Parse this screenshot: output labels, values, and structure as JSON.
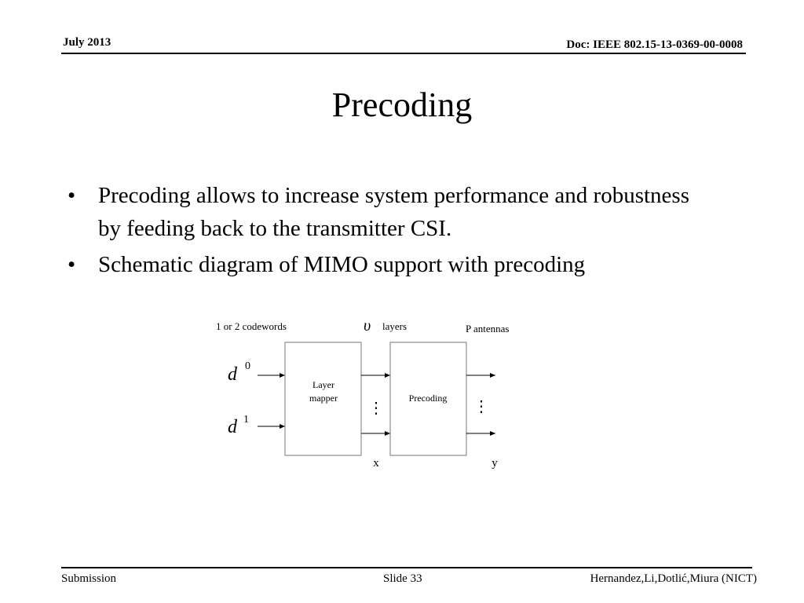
{
  "header": {
    "date": "July 2013",
    "doc": "Doc: IEEE 802.15-13-0369-00-0008"
  },
  "title": "Precoding",
  "bullets": [
    "Precoding allows to increase system performance and robustness by feeding back to the transmitter CSI.",
    "Schematic diagram of MIMO support with precoding"
  ],
  "bullet_glyph": "•",
  "diagram": {
    "codewords_label": "1 or 2 codewords",
    "upsilon_symbol": "υ",
    "layers_label": "layers",
    "antennas_label": "P antennas",
    "inputs": [
      {
        "symbol": "d",
        "superscript": "0"
      },
      {
        "symbol": "d",
        "superscript": "1"
      }
    ],
    "layer_mapper_lines": [
      "Layer",
      "mapper"
    ],
    "precoding_block_label": "Precoding",
    "x_label": "x",
    "y_label": "y",
    "dots": "⋮"
  },
  "footer": {
    "left": "Submission",
    "center": "Slide 33",
    "right": "Hernandez,Li,Dotlić,Miura (NICT)"
  }
}
